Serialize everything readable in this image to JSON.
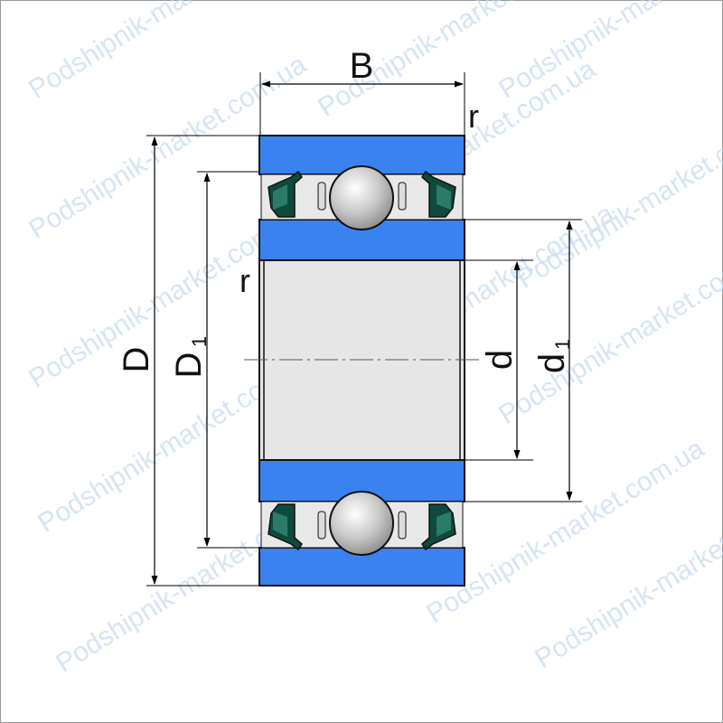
{
  "diagram": {
    "labels": {
      "width": "B",
      "radius_top": "r",
      "radius_left": "r",
      "outer_diameter": "D",
      "outer_diameter_sub": "D",
      "outer_sub_index": "1",
      "bore": "d",
      "inner_shoulder": "d",
      "inner_sub_index": "1"
    },
    "colors": {
      "ring": "#3a82f0",
      "ring_outline": "#111111",
      "bore_fill": "#e6e6e6",
      "seal": "#0e4a3e",
      "ball": "#c9c9c9",
      "watermark": "#c9dcef"
    },
    "watermark": "Podshipnik-market.com.ua"
  }
}
